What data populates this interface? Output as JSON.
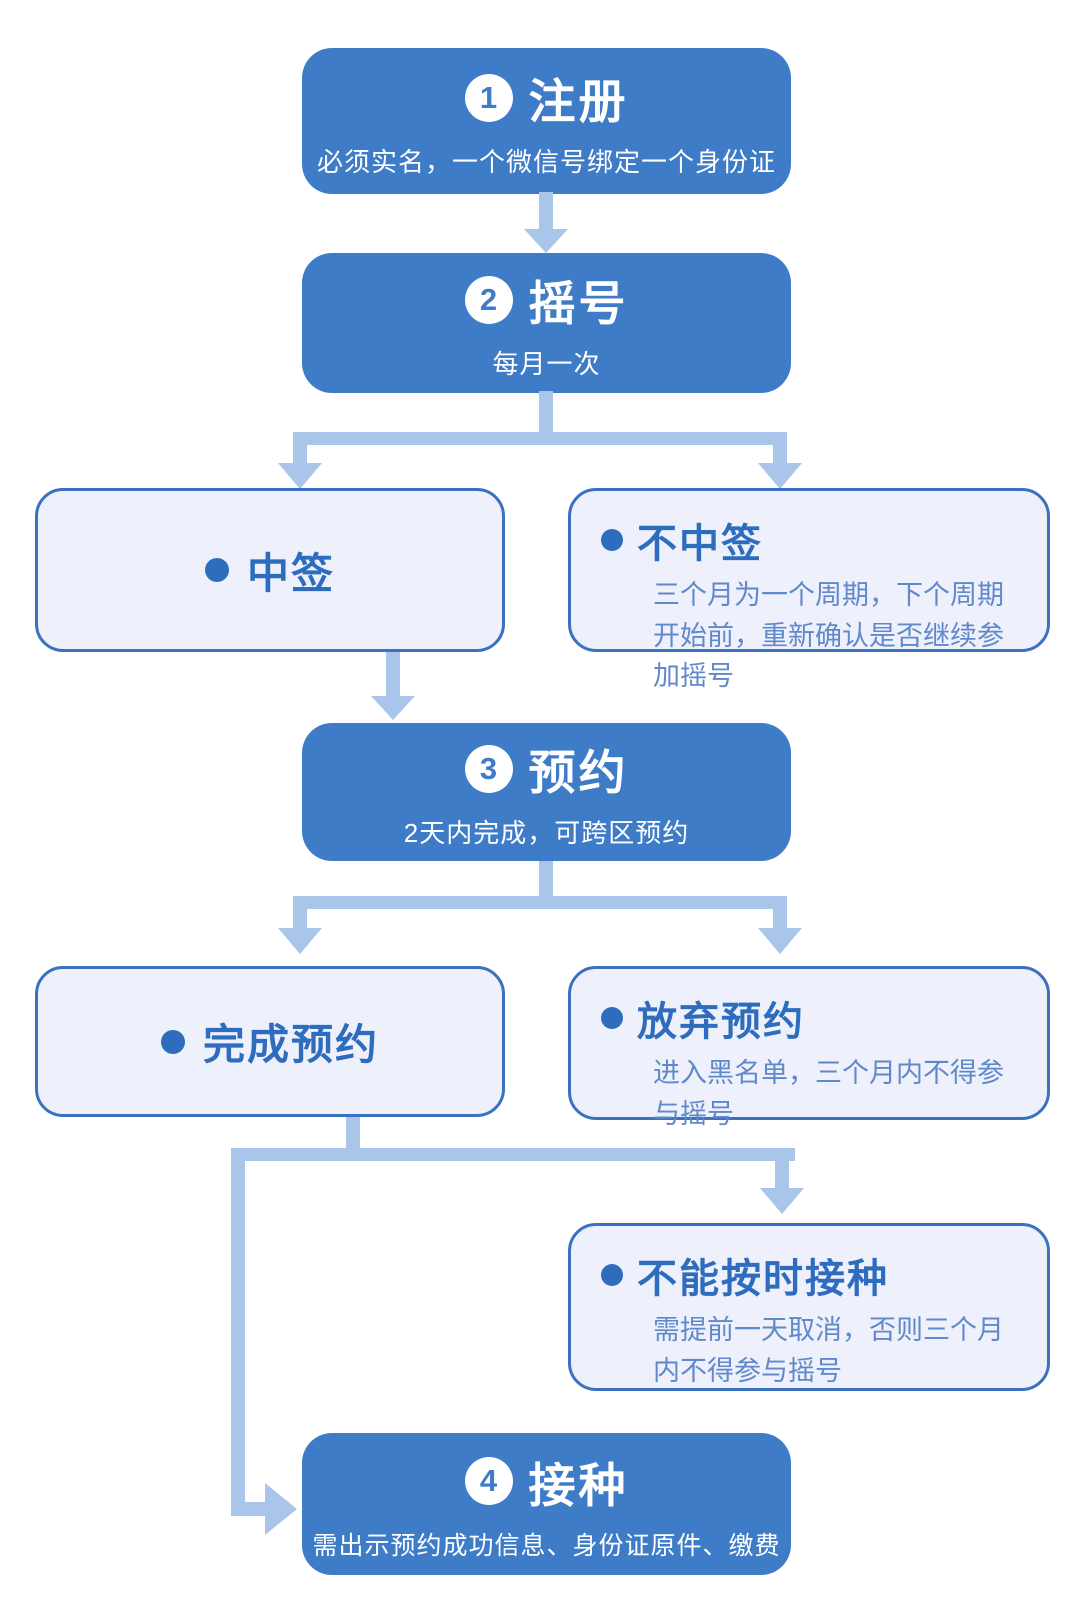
{
  "palette": {
    "step_box_blue": "#3e7cc8",
    "arrow_blue": "#a9c5e9",
    "outcome_fill": "#eef0fb",
    "outcome_border": "#3a72c0",
    "outcome_title_blue": "#2e6cbe",
    "outcome_body_blue": "#6089cb",
    "step_text_color": "#ffffff",
    "background": "#ffffff"
  },
  "steps": [
    {
      "number": "1",
      "title": "注册",
      "subtitle": "必须实名，一个微信号绑定一个身份证"
    },
    {
      "number": "2",
      "title": "摇号",
      "subtitle": "每月一次"
    },
    {
      "number": "3",
      "title": "预约",
      "subtitle": "2天内完成，可跨区预约"
    },
    {
      "number": "4",
      "title": "接种",
      "subtitle": "需出示预约成功信息、身份证原件、缴费"
    }
  ],
  "outcomes": [
    {
      "title": "中签",
      "body": ""
    },
    {
      "title": "不中签",
      "body": "三个月为一个周期，下个周期开始前，重新确认是否继续参加摇号"
    },
    {
      "title": "完成预约",
      "body": ""
    },
    {
      "title": "放弃预约",
      "body": "进入黑名单，三个月内不得参与摇号"
    },
    {
      "title": "不能按时接种",
      "body": "需提前一天取消，否则三个月内不得参与摇号"
    }
  ]
}
